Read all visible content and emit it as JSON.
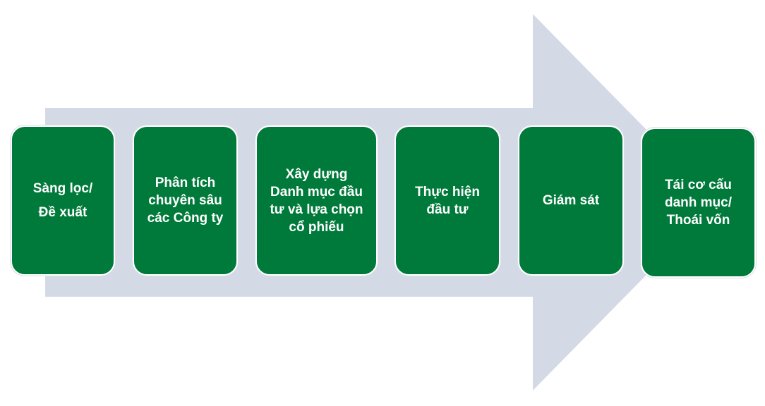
{
  "colors": {
    "arrow": "#d4d9e6",
    "box_fill": "#007a3a",
    "box_text": "#ffffff"
  },
  "steps": [
    {
      "label": "Sàng lọc/\nĐề xuất"
    },
    {
      "label": "Phân tích\nchuyên sâu\ncác Công ty"
    },
    {
      "label": "Xây dựng\nDanh mục đầu\ntư và lựa chọn\ncổ phiếu"
    },
    {
      "label": "Thực hiện\nđầu tư"
    },
    {
      "label": "Giám sát"
    },
    {
      "label": "Tái cơ cấu\ndanh mục/\nThoái vốn"
    }
  ]
}
